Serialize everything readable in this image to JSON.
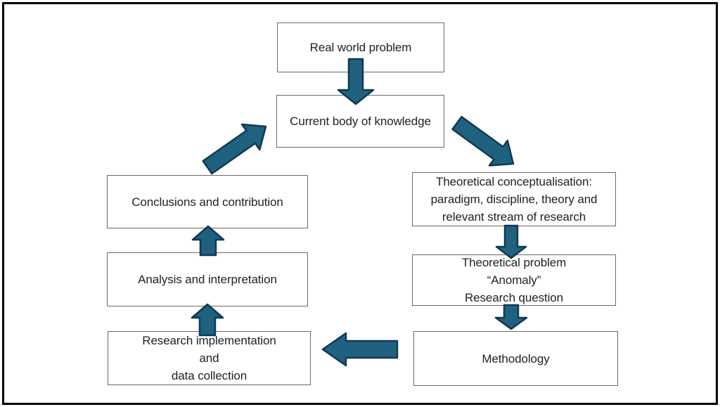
{
  "diagram": {
    "boxes": {
      "real_world_problem": {
        "label": "Real world problem"
      },
      "current_body_of_knowledge": {
        "label": "Current body of knowledge"
      },
      "theoretical_conceptualisation": {
        "label": "Theoretical conceptualisation:\nparadigm, discipline, theory and\nrelevant stream of research"
      },
      "theoretical_problem": {
        "label": "Theoretical problem\n“Anomaly”\nResearch question"
      },
      "methodology": {
        "label": "Methodology"
      },
      "research_implementation": {
        "label": "Research implementation\nand\ndata collection"
      },
      "analysis_and_interpretation": {
        "label": "Analysis and interpretation"
      },
      "conclusions_and_contribution": {
        "label": "Conclusions and contribution"
      }
    },
    "flow": [
      {
        "from": "real_world_problem",
        "to": "current_body_of_knowledge",
        "direction": "down"
      },
      {
        "from": "current_body_of_knowledge",
        "to": "theoretical_conceptualisation",
        "direction": "down-right"
      },
      {
        "from": "theoretical_conceptualisation",
        "to": "theoretical_problem",
        "direction": "down"
      },
      {
        "from": "theoretical_problem",
        "to": "methodology",
        "direction": "down"
      },
      {
        "from": "methodology",
        "to": "research_implementation",
        "direction": "left"
      },
      {
        "from": "research_implementation",
        "to": "analysis_and_interpretation",
        "direction": "up"
      },
      {
        "from": "analysis_and_interpretation",
        "to": "conclusions_and_contribution",
        "direction": "up"
      },
      {
        "from": "conclusions_and_contribution",
        "to": "current_body_of_knowledge",
        "direction": "up-right"
      }
    ],
    "colors": {
      "arrow_fill": "#20617F",
      "arrow_stroke": "#0F3A52",
      "box_border": "#6A6A6A",
      "text": "#222222",
      "outer_border": "#000000",
      "background": "#FFFFFF"
    }
  }
}
